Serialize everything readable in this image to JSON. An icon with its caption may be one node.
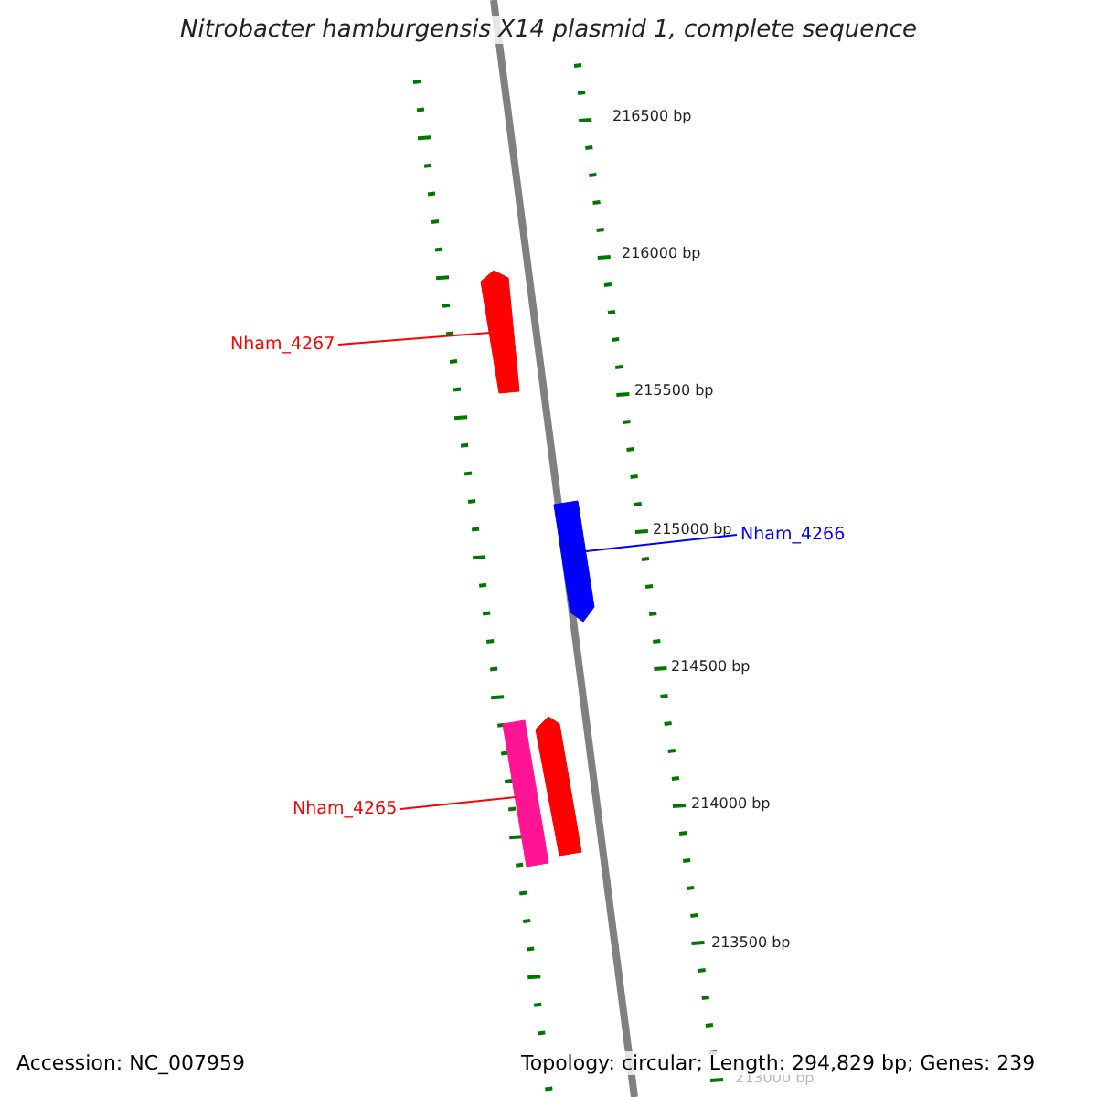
{
  "diagram": {
    "title": "Nitrobacter hamburgensis X14 plasmid 1, complete sequence",
    "nodes": [
      {
        "text": [
          "Nham_4267"
        ]
      },
      {
        "text": [],
        "shape": "arrow"
      },
      {
        "text": [],
        "shape": "arrow"
      },
      {
        "text": [
          "Nham_4266"
        ]
      },
      {
        "text": [],
        "shape": "arrow"
      },
      {
        "text": [],
        "shape": "arrow"
      },
      {
        "text": [
          "Nham_4265"
        ]
      }
    ],
    "edges": [
      {
        "from": 0,
        "to": 1,
        "arrow": "none"
      },
      {
        "from": 3,
        "to": 2,
        "arrow": "none",
        "color": "#0000ff"
      },
      {
        "from": 6,
        "to": 4,
        "arrow": "none"
      }
    ],
    "labels": [
      "216500 bp",
      "216000 bp",
      "215500 bp",
      "215000 bp",
      "214500 bp",
      "214000 bp",
      "213500 bp",
      "213000 bp",
      "Accession: NC_007959",
      "Topology: circular; Length: 294,829 bp; Genes: 239"
    ]
  }
}
